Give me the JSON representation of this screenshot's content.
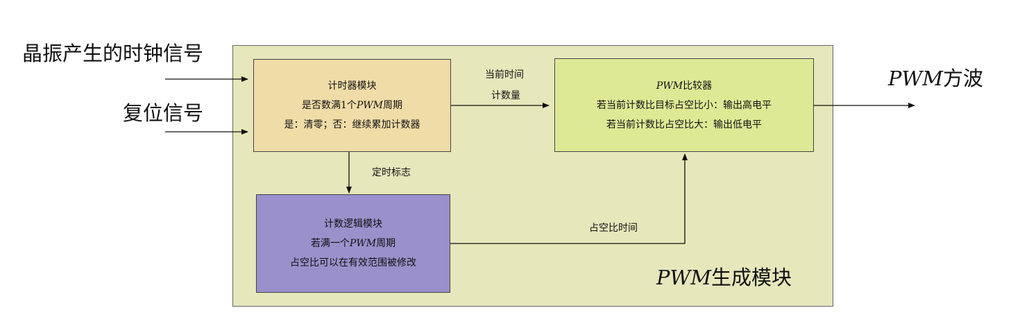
{
  "inputs": {
    "clock": "晶振产生的时钟信号",
    "reset": "复位信号"
  },
  "output": {
    "pwm": "PWM",
    "wave": "方波"
  },
  "module": {
    "pwm": "PWM",
    "name": "生成模块"
  },
  "timer_box": {
    "line1": "计时器模块",
    "line2_pre": "是否数满1个",
    "line2_pwm": "PWM",
    "line2_post": "周期",
    "line3": "是：清零；否：继续累加计数器"
  },
  "compare_box": {
    "title_pwm": "PWM",
    "title": "比较器",
    "line2": "若当前计数比目标占空比小：输出高电平",
    "line3": "若当前计数比占空比大：输出低电平"
  },
  "logic_box": {
    "line1": "计数逻辑模块",
    "line2_pre": "若满一个",
    "line2_pwm": "PWM",
    "line2_post": "周期",
    "line3": "占空比可以在有效范围被修改"
  },
  "edges": {
    "current_time_1": "当前时间",
    "current_time_2": "计数量",
    "timing_flag": "定时标志",
    "duty_time": "占空比时间"
  }
}
